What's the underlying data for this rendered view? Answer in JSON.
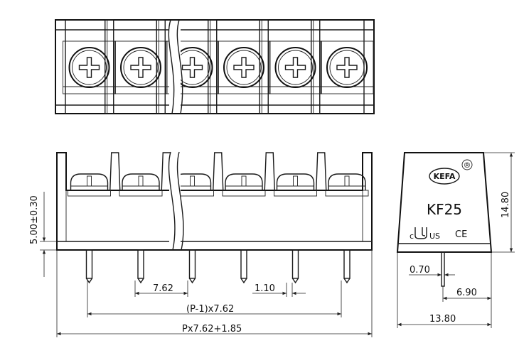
{
  "top_view": {
    "terminal_count": 6
  },
  "front_view": {
    "dimensions": {
      "height_tolerance": "5.00±0.30",
      "pitch": "7.62",
      "pin_width": "1.10",
      "span_formula": "(P-1)x7.62",
      "total_formula": "Px7.62+1.85"
    }
  },
  "side_view": {
    "label": {
      "logo": "KEFA",
      "registered": "®",
      "model": "KF25",
      "cert_ul": "c",
      "cert_us": "US",
      "cert_ce": "CE"
    },
    "dimensions": {
      "pin_thickness": "0.70",
      "pin_offset": "6.90",
      "depth": "13.80",
      "height": "14.80"
    }
  }
}
